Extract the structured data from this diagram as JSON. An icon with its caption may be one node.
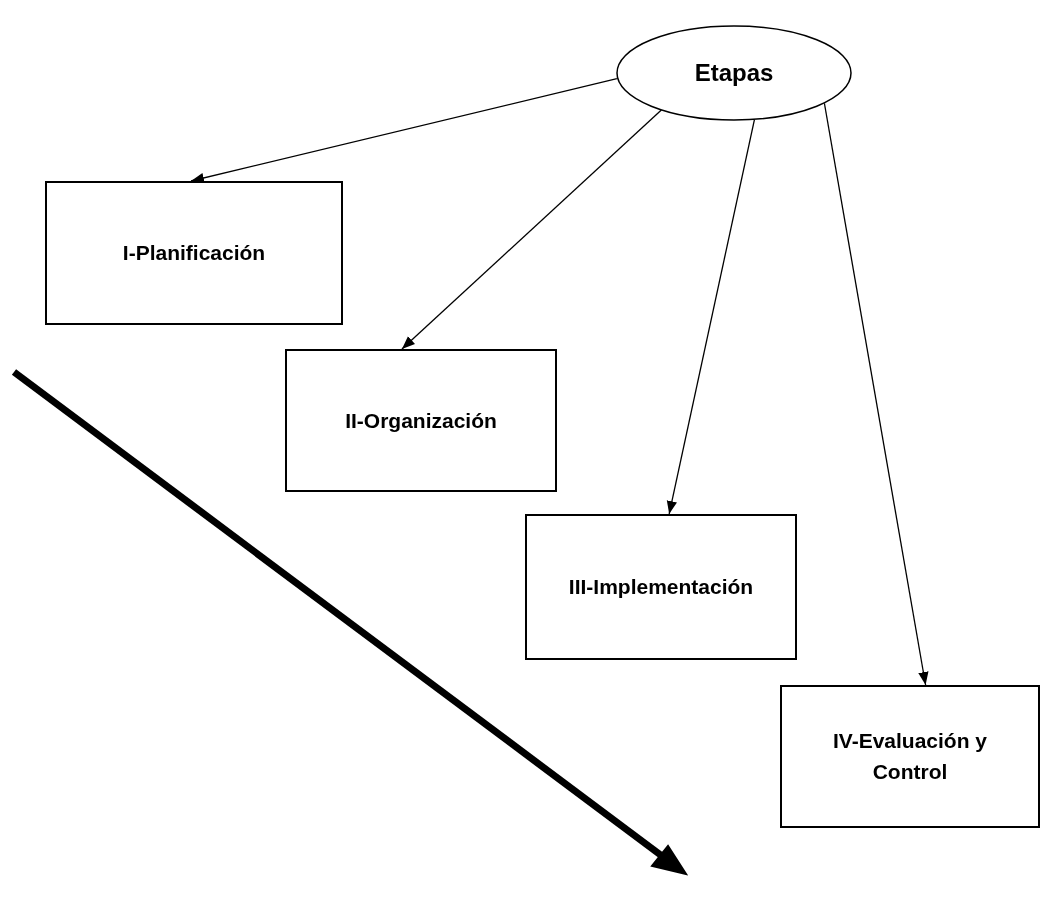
{
  "diagram": {
    "nodes": [
      {
        "text": [
          "Etapas"
        ]
      },
      {
        "text": [
          "I-Planificación"
        ]
      },
      {
        "text": [
          "II-Organización"
        ]
      },
      {
        "text": [
          "III-Implementación"
        ]
      },
      {
        "text": [
          "IV-Evaluación y Control"
        ]
      }
    ],
    "edges": [
      {
        "from": 0,
        "to": 1,
        "arrow": "to"
      },
      {
        "from": 0,
        "to": 2,
        "arrow": "to"
      },
      {
        "from": 0,
        "to": 3,
        "arrow": "to"
      },
      {
        "from": 0,
        "to": 4,
        "arrow": "to"
      }
    ]
  }
}
